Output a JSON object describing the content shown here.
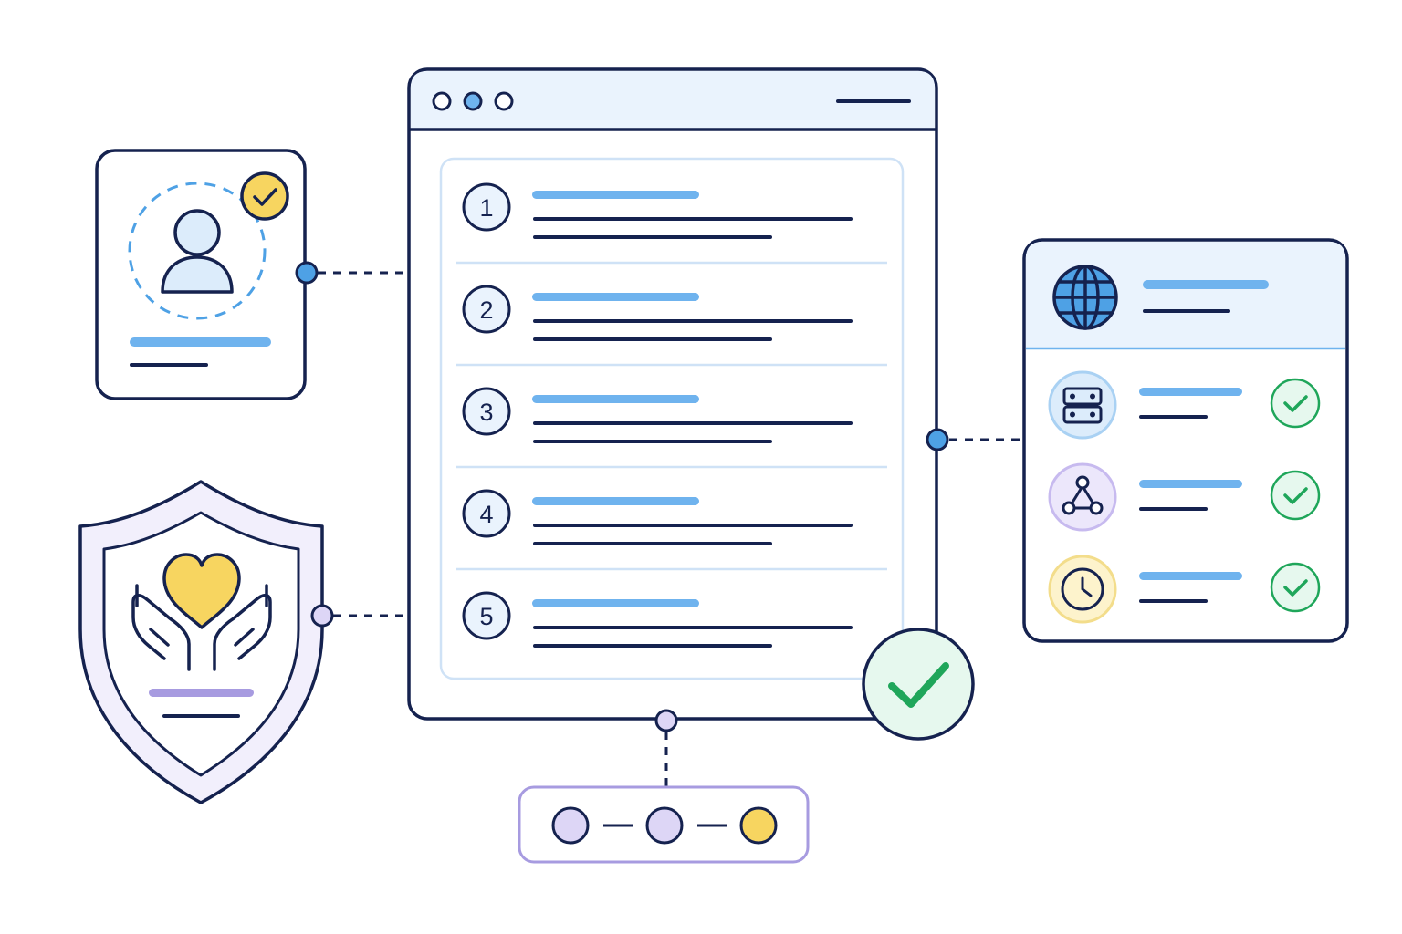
{
  "steps": [
    {
      "number": "1"
    },
    {
      "number": "2"
    },
    {
      "number": "3"
    },
    {
      "number": "4"
    },
    {
      "number": "5"
    }
  ],
  "status_items": [
    {
      "icon": "server-icon",
      "accent": "#dcecfb",
      "ring": "#a9d1f3",
      "status": "check"
    },
    {
      "icon": "network-nodes-icon",
      "accent": "#ece7fb",
      "ring": "#c7baef",
      "status": "check"
    },
    {
      "icon": "clock-icon",
      "accent": "#fdf3cc",
      "ring": "#f3dd8b",
      "status": "check"
    }
  ],
  "progress_dots": [
    {
      "state": "pending",
      "color": "#ddd6f6"
    },
    {
      "state": "pending",
      "color": "#ddd6f6"
    },
    {
      "state": "current",
      "color": "#f7d560"
    }
  ],
  "colors": {
    "outline": "#15224f",
    "accent_blue": "#6fb3ee",
    "light_blue": "#eaf3fd",
    "success_green": "#1fa65a",
    "success_bg": "#e6f8ee",
    "lavender": "#a79be0",
    "yellow": "#f7d560"
  }
}
